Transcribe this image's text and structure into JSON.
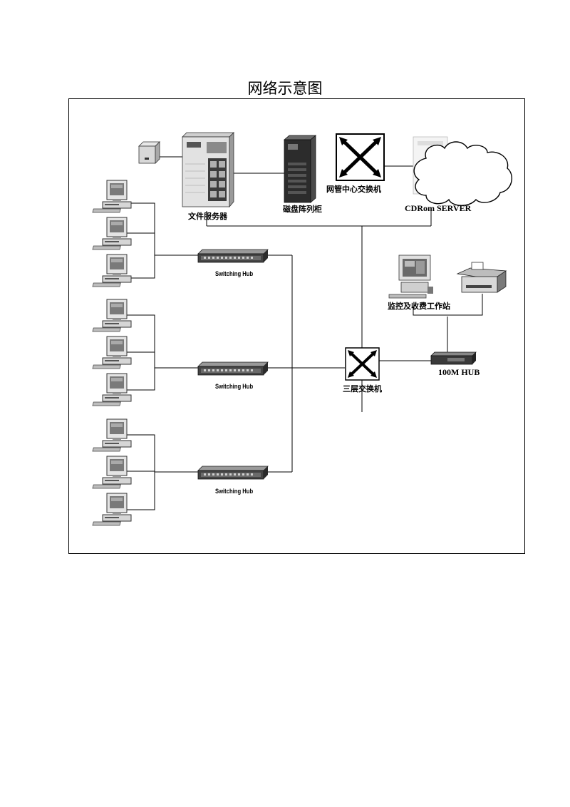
{
  "title": "网络示意图",
  "labels": {
    "file_server": "文件服务器",
    "disk_array": "磁盘阵列柜",
    "nms_switch": "网管中心交换机",
    "cdrom_server": "CDRom SERVER",
    "monitor_station": "监控及收费工作站",
    "hub_100m": "100M HUB",
    "l3_switch": "三层交换机",
    "switching_hub": "Switching Hub"
  }
}
